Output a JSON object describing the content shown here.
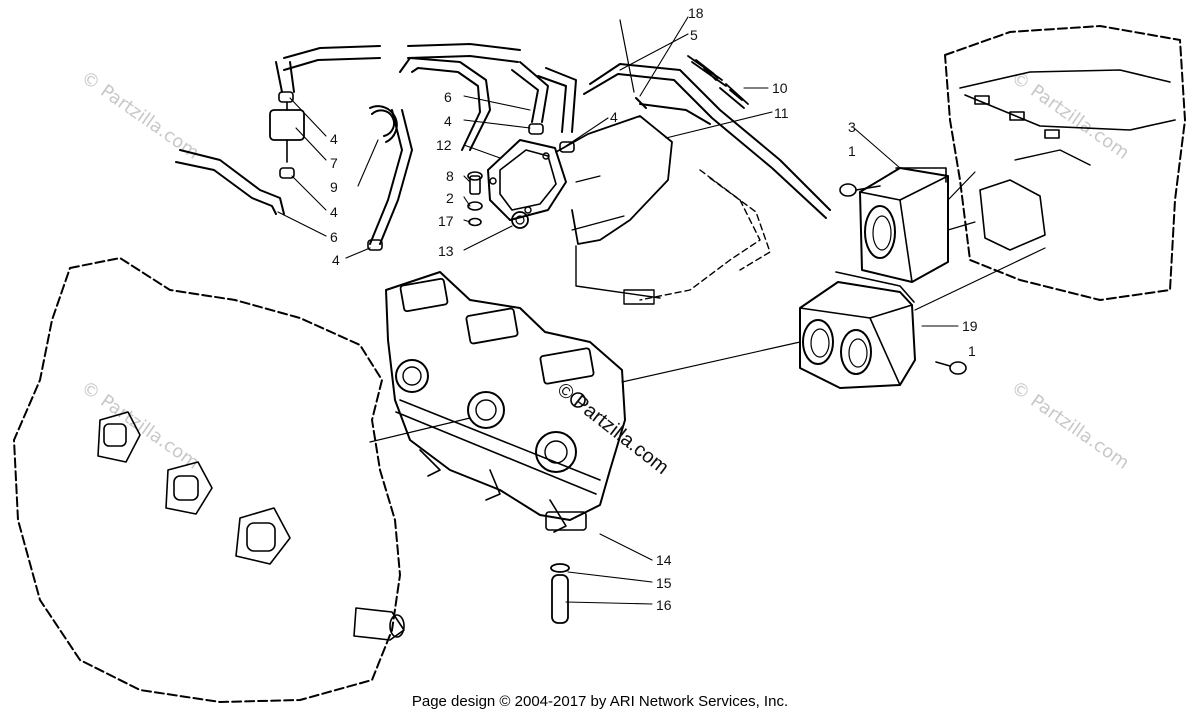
{
  "diagram": {
    "callouts": {
      "c18": "18",
      "c5": "5",
      "c10": "10",
      "c11": "11",
      "c6a": "6",
      "c4a": "4",
      "c4b": "4",
      "c12": "12",
      "c8": "8",
      "c2": "2",
      "c17": "17",
      "c13": "13",
      "c4c": "4",
      "c7": "7",
      "c9": "9",
      "c4d": "4",
      "c6b": "6",
      "c4e": "4",
      "c3": "3",
      "c1a": "1",
      "c19": "19",
      "c1b": "1",
      "c14": "14",
      "c15": "15",
      "c16": "16"
    },
    "watermark_center": "© Partzilla.com",
    "watermark_text": "© Partzilla.com"
  },
  "footer": {
    "text": "Page design © 2004-2017 by ARI Network Services, Inc."
  }
}
